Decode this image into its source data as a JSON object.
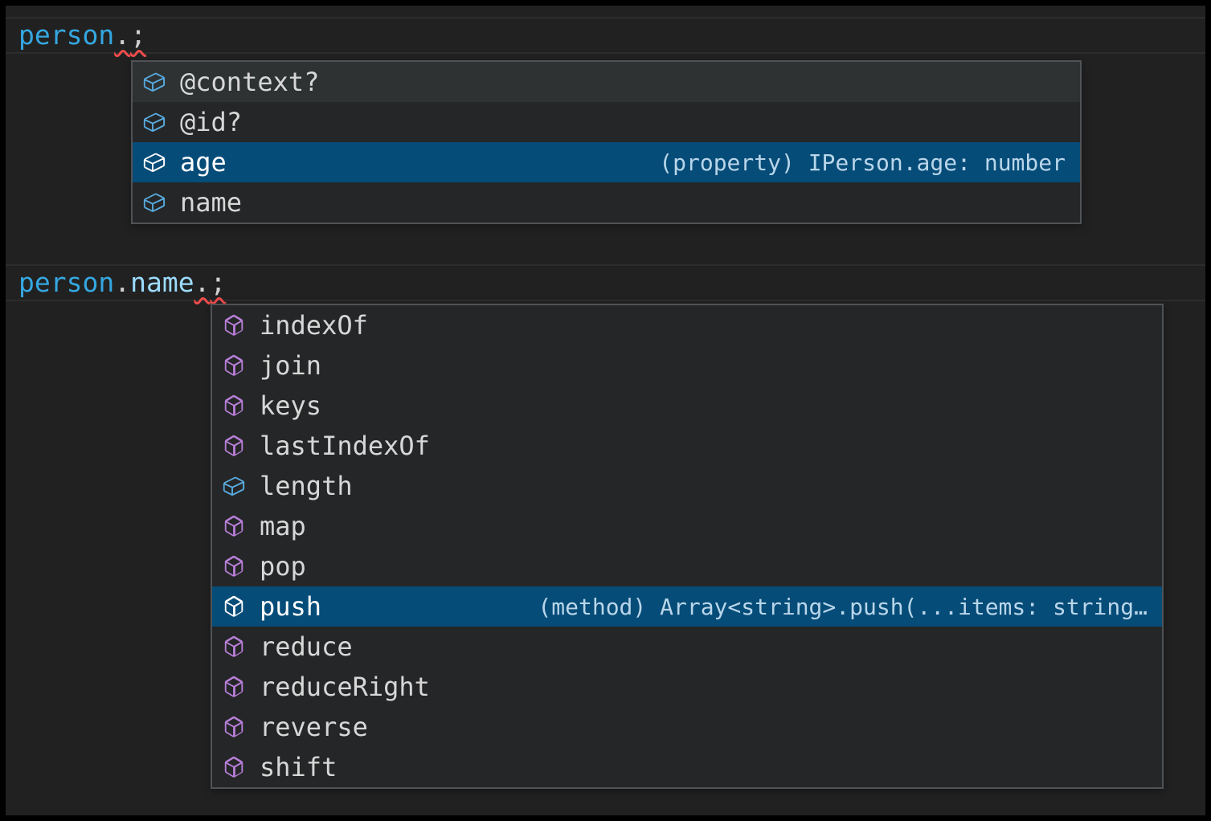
{
  "app": "code-editor-intellisense",
  "colors": {
    "frame": "#000000",
    "editor_bg": "#212121",
    "line_highlight_border": "rgba(255,255,255,0.055)",
    "widget_bg": "#252627",
    "widget_border": "#4f5356",
    "row_hover_bg": "#2e3233",
    "row_selected_bg": "#064c78",
    "label": "#d7d7d7",
    "label_selected": "#ffffff",
    "detail": "#b9d6ea",
    "error": "#f14c4c",
    "icon_field": "#58abdf",
    "icon_method": "#b87fd9",
    "icon_selected": "#ffffff",
    "tok_variable": "#35a7e0",
    "tok_property": "#9cdcfe",
    "tok_punct": "#d0d0d0"
  },
  "code_lines": [
    {
      "name": "person-line",
      "tokens": [
        {
          "text": "person",
          "color_key": "tok_variable"
        },
        {
          "text": ".",
          "color_key": "tok_punct",
          "error": true
        },
        {
          "text": ";",
          "color_key": "tok_punct",
          "error": true
        }
      ]
    },
    {
      "name": "person-name-line",
      "tokens": [
        {
          "text": "person",
          "color_key": "tok_variable"
        },
        {
          "text": ".",
          "color_key": "tok_punct"
        },
        {
          "text": "name",
          "color_key": "tok_property"
        },
        {
          "text": ".",
          "color_key": "tok_punct",
          "error": true
        },
        {
          "text": ";",
          "color_key": "tok_punct",
          "error": true
        }
      ]
    }
  ],
  "suggest_widgets": [
    {
      "name": "person-member-suggestions",
      "items": [
        {
          "label": "@context?",
          "kind": "field",
          "state": "hover"
        },
        {
          "label": "@id?",
          "kind": "field"
        },
        {
          "label": "age",
          "kind": "field",
          "state": "selected",
          "detail": "(property) IPerson.age: number"
        },
        {
          "label": "name",
          "kind": "field"
        }
      ]
    },
    {
      "name": "string-member-suggestions",
      "items": [
        {
          "label": "indexOf",
          "kind": "method"
        },
        {
          "label": "join",
          "kind": "method"
        },
        {
          "label": "keys",
          "kind": "method"
        },
        {
          "label": "lastIndexOf",
          "kind": "method"
        },
        {
          "label": "length",
          "kind": "field"
        },
        {
          "label": "map",
          "kind": "method"
        },
        {
          "label": "pop",
          "kind": "method"
        },
        {
          "label": "push",
          "kind": "method",
          "state": "selected",
          "detail": "(method) Array<string>.push(...items: string…"
        },
        {
          "label": "reduce",
          "kind": "method"
        },
        {
          "label": "reduceRight",
          "kind": "method"
        },
        {
          "label": "reverse",
          "kind": "method"
        },
        {
          "label": "shift",
          "kind": "method"
        }
      ]
    }
  ]
}
